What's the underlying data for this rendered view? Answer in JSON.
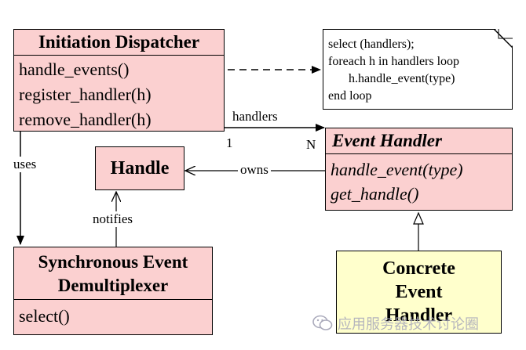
{
  "initiation_dispatcher": {
    "title": "Initiation Dispatcher",
    "operations": [
      "handle_events()",
      "register_handler(h)",
      "remove_handler(h)"
    ]
  },
  "note": {
    "lines": [
      "select (handlers);",
      "foreach h in handlers loop",
      "h.handle_event(type)",
      "end loop"
    ]
  },
  "event_handler": {
    "title": "Event Handler",
    "operations": [
      "handle_event(type)",
      "get_handle()"
    ]
  },
  "handle": {
    "title": "Handle"
  },
  "sync_demux": {
    "title_lines": [
      "Synchronous Event",
      "Demultiplexer"
    ],
    "operations": [
      "select()"
    ]
  },
  "concrete_handler": {
    "title_lines": [
      "Concrete",
      "Event",
      "Handler"
    ]
  },
  "relations": {
    "handlers": "handlers",
    "mult_one": "1",
    "mult_many": "N",
    "uses": "uses",
    "owns": "owns",
    "notifies": "notifies"
  },
  "colors": {
    "class_fill": "#fbd0d0",
    "concrete_fill": "#ffffcc",
    "line": "#000000"
  },
  "watermark": {
    "text": "应用服务器技术讨论圈"
  }
}
